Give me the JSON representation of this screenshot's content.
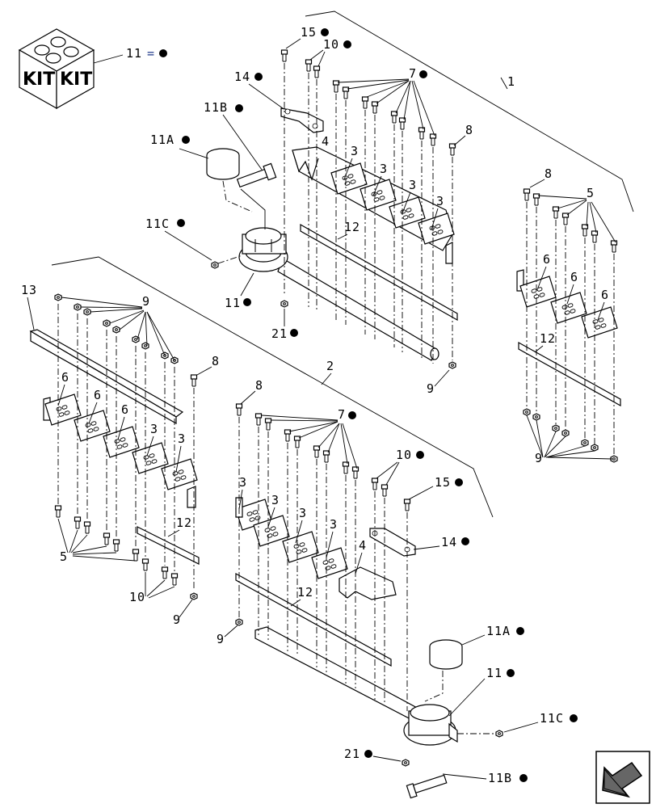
{
  "kit": {
    "label_left": "KIT",
    "label_right": "KIT",
    "callout": "11",
    "equals": "="
  },
  "callouts": {
    "c1": "1",
    "c2": "2",
    "c3a": "3",
    "c3b": "3",
    "c3c": "3",
    "c3d": "3",
    "c3e": "3",
    "c3f": "3",
    "c3g": "3",
    "c3h": "3",
    "c3i": "3",
    "c3j": "3",
    "c4a": "4",
    "c4b": "4",
    "c5a": "5",
    "c5b": "5",
    "c6a": "6",
    "c6b": "6",
    "c6c": "6",
    "c6d": "6",
    "c6e": "6",
    "c6f": "6",
    "c7a": "7",
    "c7b": "7",
    "c8a": "8",
    "c8b": "8",
    "c8c": "8",
    "c8d": "8",
    "c9a": "9",
    "c9b": "9",
    "c9c": "9",
    "c9d": "9",
    "c9e": "9",
    "c10a": "10",
    "c10b": "10",
    "c10c": "10",
    "c11a": "11",
    "c11b": "11",
    "c11Aa": "11A",
    "c11Ab": "11A",
    "c11Ba": "11B",
    "c11Bb": "11B",
    "c11Ca": "11C",
    "c11Cb": "11C",
    "c12a": "12",
    "c12b": "12",
    "c12c": "12",
    "c12d": "12",
    "c13": "13",
    "c14a": "14",
    "c14b": "14",
    "c15a": "15",
    "c15b": "15",
    "c21a": "21",
    "c21b": "21"
  },
  "navigation": {
    "icon": "arrow-down-left-icon"
  }
}
